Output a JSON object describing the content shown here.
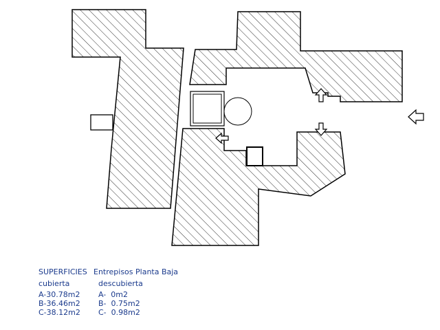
{
  "legend": {
    "heading": "SUPERFICIES",
    "subheading": "Entrepisos Planta Baja",
    "col1_title": "cubierta",
    "col2_title": "descubierta",
    "rows": [
      {
        "covered": "A-30.78m2",
        "uncovered": "A-  0m2"
      },
      {
        "covered": "B-36.46m2",
        "uncovered": "B-  0.75m2"
      },
      {
        "covered": "C-38.12m2",
        "uncovered": "C-  0.98m2"
      }
    ]
  }
}
